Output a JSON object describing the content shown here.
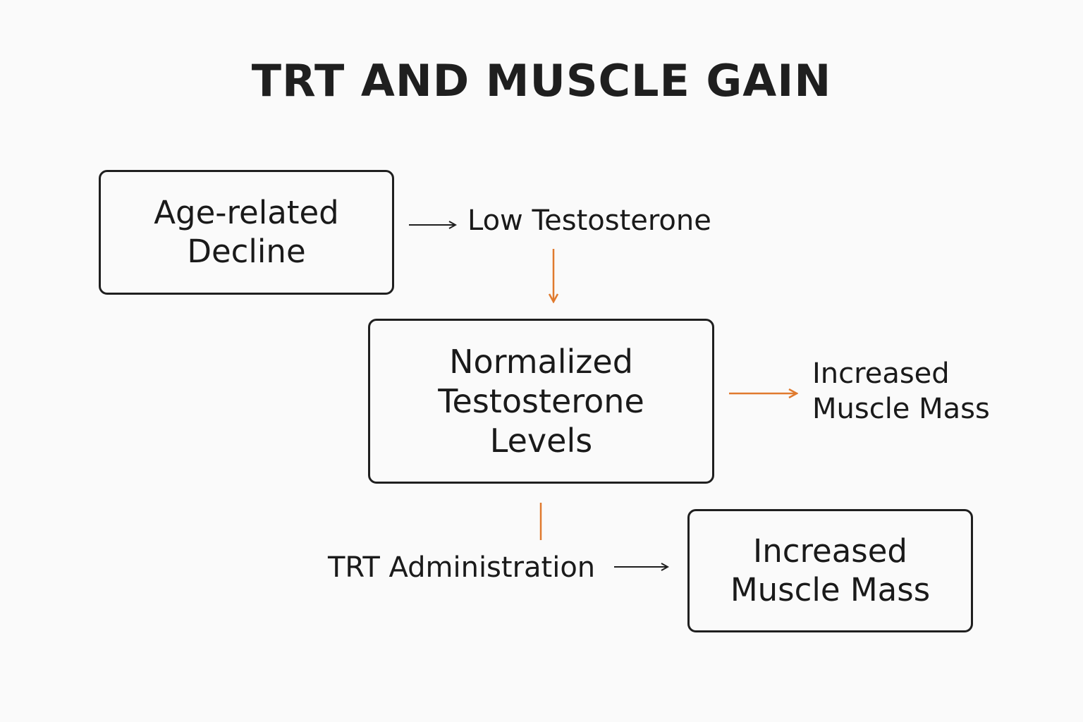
{
  "title": "TRT AND MUSCLE GAIN",
  "nodes": {
    "age_decline": "Age-related\nDecline",
    "low_testosterone": "Low Testosterone",
    "normalized_levels": "Normalized\nTestosterone\nLevels",
    "increased_mass_label": "Increased\nMuscle Mass",
    "trt_administration": "TRT Administration",
    "increased_mass_box": "Increased\nMuscle Mass"
  },
  "colors": {
    "accent": "#e07a2e",
    "stroke": "#1f1f1f",
    "background": "#fafafa",
    "text": "#1a1a1a"
  }
}
